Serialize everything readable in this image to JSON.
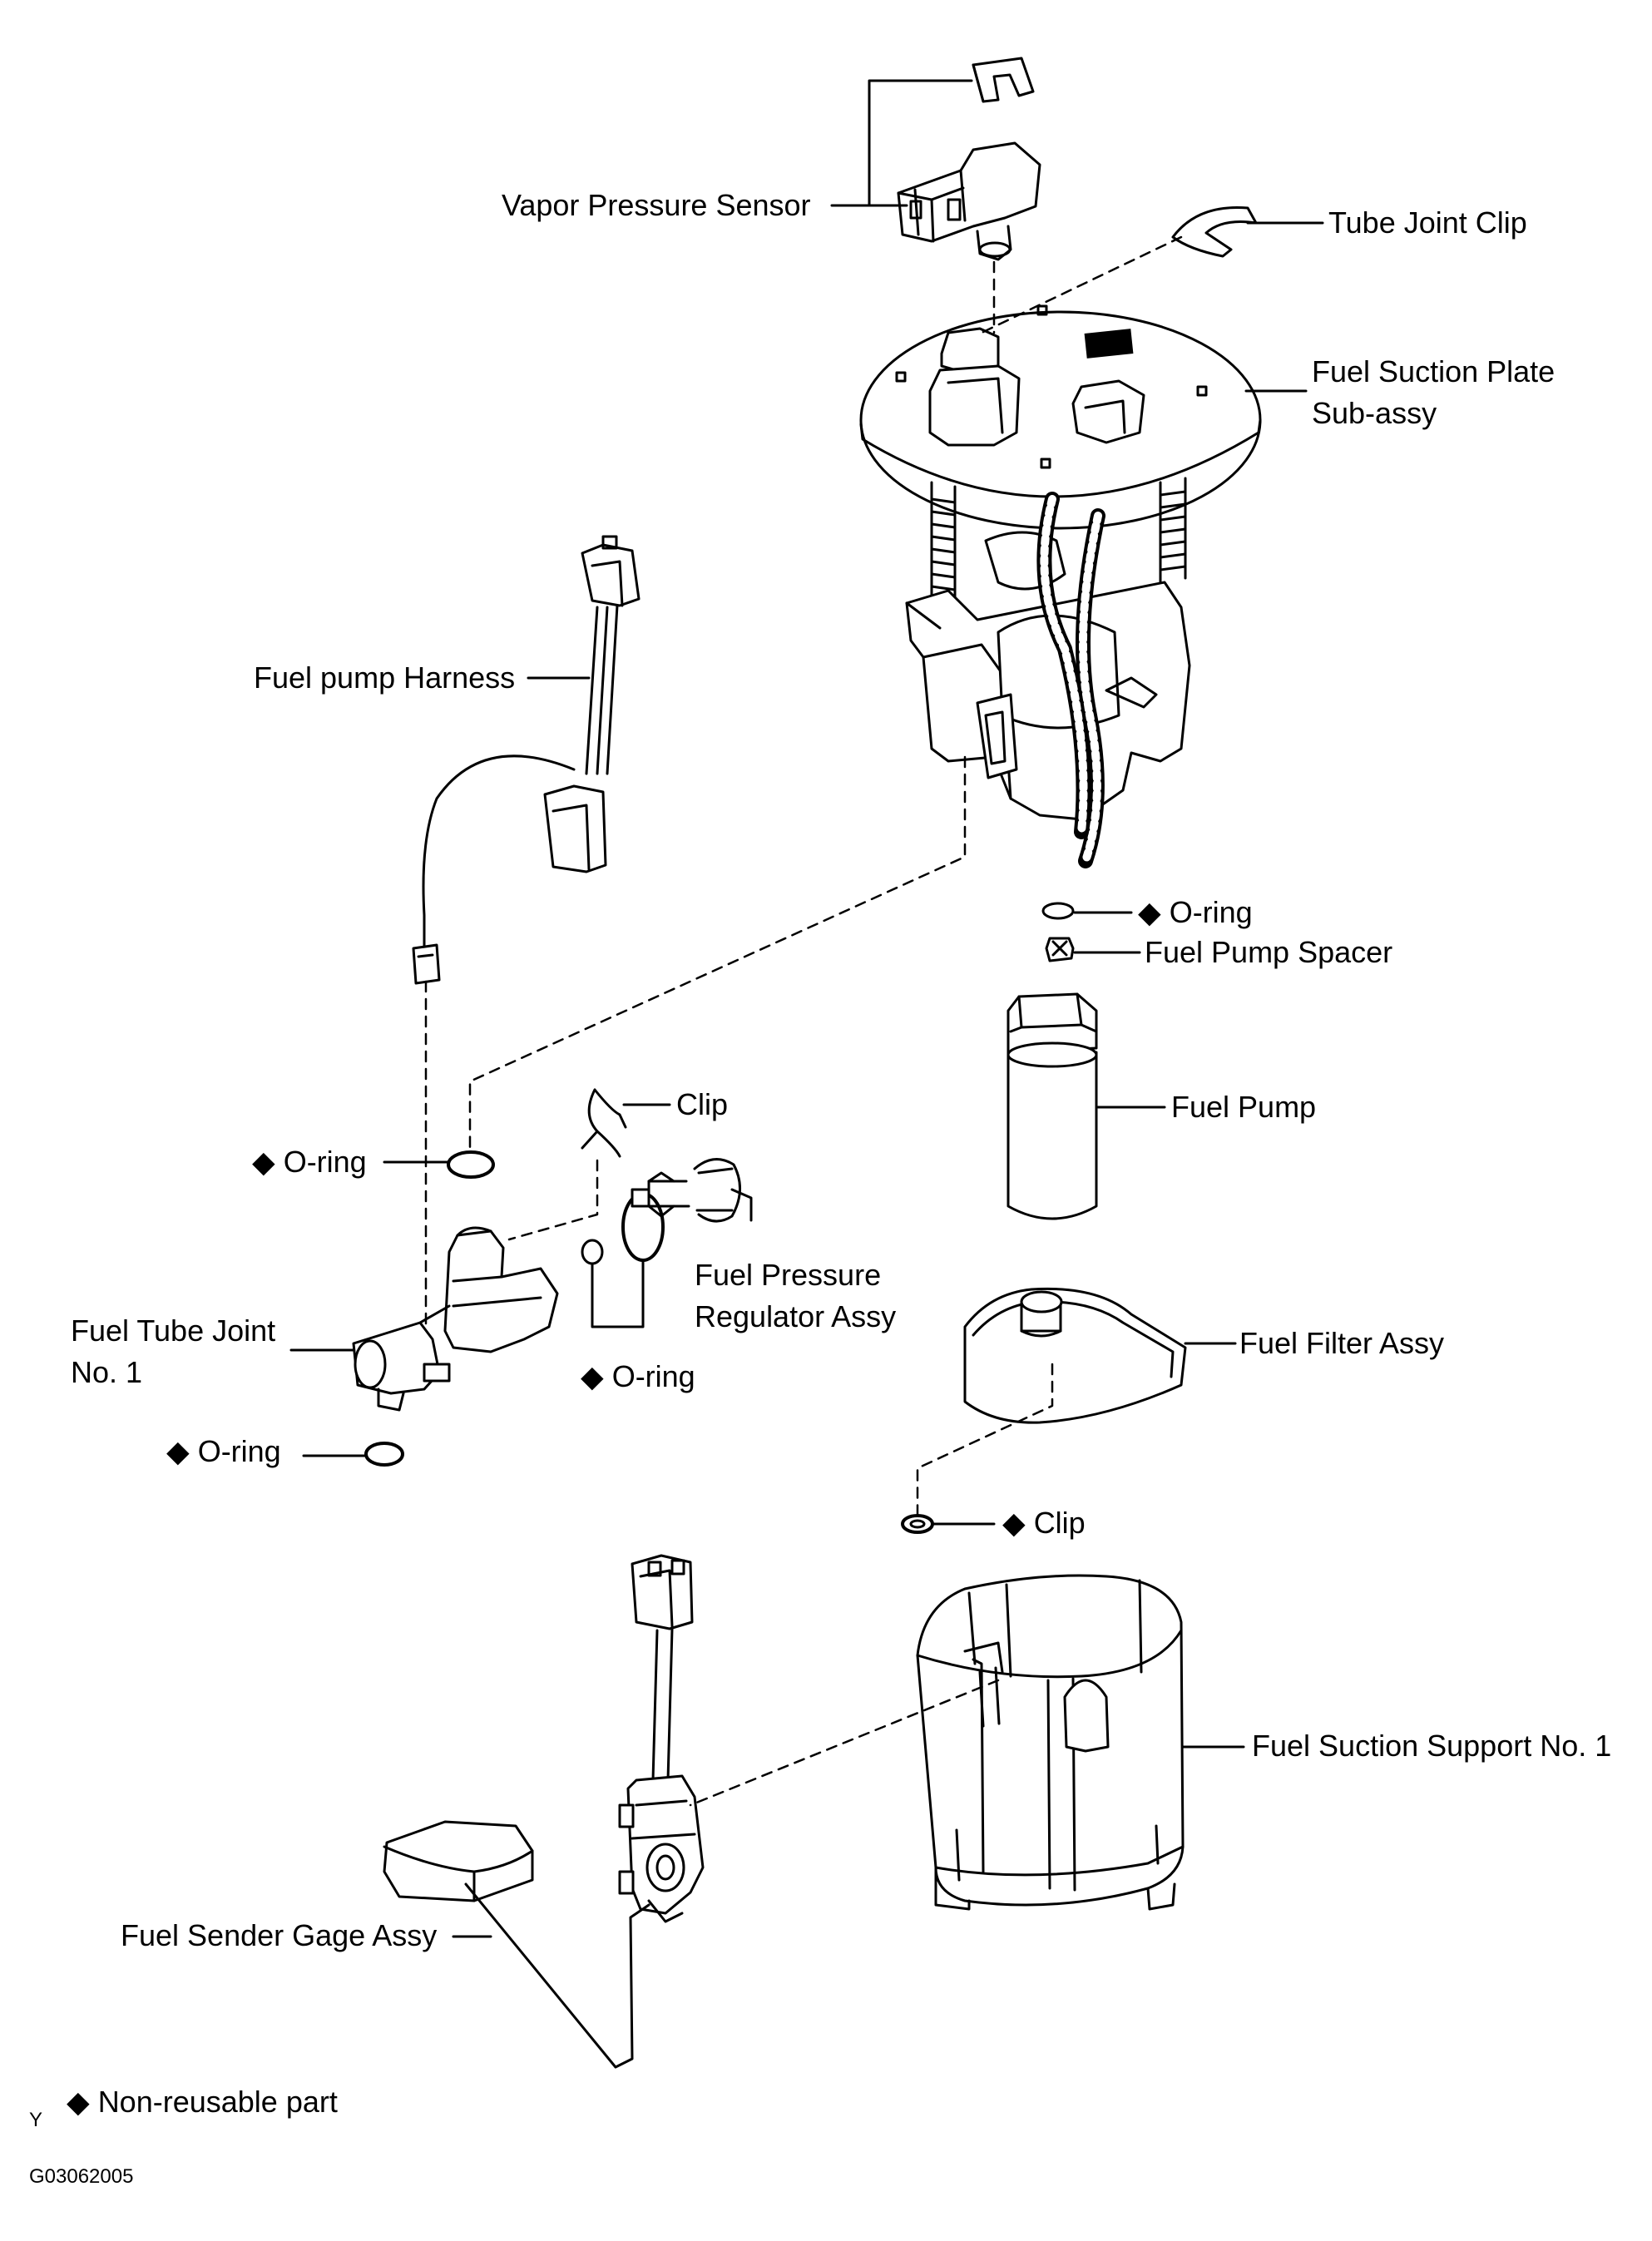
{
  "labels": {
    "vapor_pressure_sensor": "Vapor Pressure Sensor",
    "tube_joint_clip": "Tube Joint Clip",
    "fuel_suction_plate_line1": "Fuel Suction Plate",
    "fuel_suction_plate_line2": "Sub-assy",
    "fuel_pump_harness": "Fuel pump Harness",
    "o_ring_top": "◆ O-ring",
    "fuel_pump_spacer": "Fuel Pump Spacer",
    "fuel_pump": "Fuel Pump",
    "clip_left": "Clip",
    "o_ring_left": "◆ O-ring",
    "fuel_pressure_regulator_line1": "Fuel Pressure",
    "fuel_pressure_regulator_line2": "Regulator Assy",
    "fuel_tube_joint_line1": "Fuel Tube Joint",
    "fuel_tube_joint_line2": "No. 1",
    "o_ring_center": "◆ O-ring",
    "o_ring_bottom_left": "◆ O-ring",
    "fuel_filter_assy": "Fuel Filter Assy",
    "clip_right": "◆ Clip",
    "fuel_suction_support": "Fuel Suction Support No. 1",
    "fuel_sender_gage": "Fuel Sender Gage Assy"
  },
  "legend": {
    "y_mark": "Y",
    "non_reusable": "◆ Non-reusable part",
    "figure_code": "G03062005"
  }
}
